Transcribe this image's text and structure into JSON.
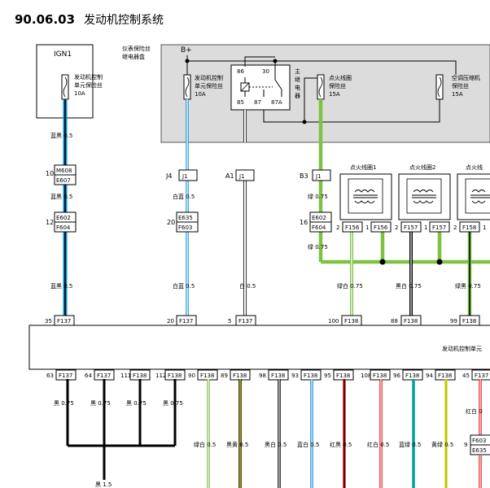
{
  "header": {
    "section_number": "90.06.03",
    "title": "发动机控制系统"
  },
  "ign": {
    "label": "IGN1",
    "fuse_name_line1": "发动机控制",
    "fuse_name_line2": "单元保险丝",
    "fuse_rating": "10A"
  },
  "fusebox": {
    "name_line1": "仪表保险丝",
    "name_line2": "继电器盒",
    "bplus": "B+",
    "fuse_ecu": {
      "line1": "发动机控制",
      "line2": "单元保险丝",
      "rating": "10A"
    },
    "relay": {
      "pin86": "86",
      "pin30": "30",
      "pin85": "85",
      "pin87": "87",
      "pin87a": "87A"
    },
    "main_relay_label": [
      "主",
      "继",
      "电",
      "器"
    ],
    "fuse_ign": {
      "line1": "点火线圈",
      "line2": "保险丝",
      "rating": "15A"
    },
    "fuse_ac": {
      "line1": "空调压缩机",
      "line2": "保险丝",
      "rating": "15A"
    }
  },
  "wires": {
    "w_bluebk1": "蓝黑 0.5",
    "w_bluebk2": "蓝黑 0.5",
    "w_bluebk3": "蓝黑 0.5",
    "w_whblue1": "白蓝 0.5",
    "w_whblue2": "白蓝 0.5",
    "w_white": "白 0.5",
    "w_green075": "绿 0.75",
    "w_green075b": "绿 0.75",
    "w_grwh": "绿白 0.75",
    "w_bkwh": "黑白 0.75",
    "w_grbk": "绿黑 0.75",
    "bottom": [
      "黑 0.75",
      "黑 0.75",
      "黑 0.75",
      "黑 0.75",
      "绿白 0.5",
      "黑黄 0.5",
      "黑白 0.5",
      "蓝白 0.5",
      "红黑 0.5",
      "红白 0.5",
      "蓝绿 0.5",
      "黄绿 0.5"
    ],
    "ground": "黑 1.5",
    "redwhite_right": "红白 0"
  },
  "connectors": {
    "c10_pin": "10",
    "c10_top": "M608",
    "c10_bot": "E607",
    "c12_pin": "12",
    "c12_top": "E602",
    "c12_bot": "F604",
    "j4_name": "J4",
    "j4_box": "J1",
    "a1_name": "A1",
    "a1_box": "J1",
    "b3_name": "B3",
    "b3_box": "J1",
    "c20_pin": "20",
    "c20_top": "E635",
    "c20_bot": "F603",
    "c16_pin": "16",
    "c16_top": "E602",
    "c16_bot": "F604",
    "right_top": "F603",
    "right_bot": "E635",
    "right_pin": "9"
  },
  "coils": {
    "c1_name": "点火线圈1",
    "c2_name": "点火线圈2",
    "c3_name": "点火线",
    "c1_p2": "2",
    "c1_f1": "F156",
    "c1_p1": "1",
    "c1_f2": "F156",
    "c2_p2": "2",
    "c2_f1": "F157",
    "c2_p1": "1",
    "c2_f2": "F157",
    "c3_p2": "2",
    "c3_f1": "F158",
    "c3_p1": "1"
  },
  "ecu": {
    "label": "发动机控制单元",
    "top_pins": [
      {
        "n": "35",
        "c": "F137"
      },
      {
        "n": "20",
        "c": "F137"
      },
      {
        "n": "5",
        "c": "F137"
      },
      {
        "n": "100",
        "c": "F138"
      },
      {
        "n": "88",
        "c": "F138"
      },
      {
        "n": "99",
        "c": "F138"
      }
    ],
    "bottom_pins": [
      {
        "n": "63",
        "c": "F137"
      },
      {
        "n": "64",
        "c": "F137"
      },
      {
        "n": "111",
        "c": "F138"
      },
      {
        "n": "112",
        "c": "F138"
      },
      {
        "n": "90",
        "c": "F138"
      },
      {
        "n": "89",
        "c": "F138"
      },
      {
        "n": "98",
        "c": "F138"
      },
      {
        "n": "93",
        "c": "F138"
      },
      {
        "n": "95",
        "c": "F138"
      },
      {
        "n": "108",
        "c": "F138"
      },
      {
        "n": "96",
        "c": "F138"
      },
      {
        "n": "94",
        "c": "F138"
      },
      {
        "n": "45",
        "c": "F137"
      }
    ]
  },
  "colors": {
    "blue": "#0a8fd0",
    "green": "#7dc242",
    "black": "#000000",
    "red": "#e02020",
    "yellow": "#e8d800",
    "teal": "#00a0a0",
    "grey": "#dcdcdc"
  }
}
